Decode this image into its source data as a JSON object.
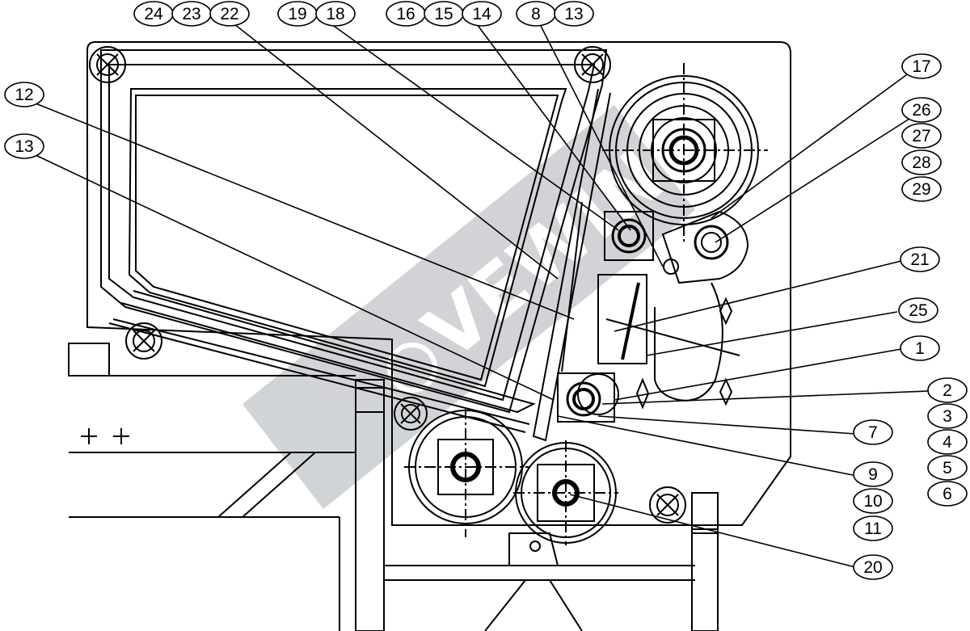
{
  "callouts": [
    {
      "id": "c24",
      "label": "24"
    },
    {
      "id": "c23",
      "label": "23"
    },
    {
      "id": "c22",
      "label": "22"
    },
    {
      "id": "c19",
      "label": "19"
    },
    {
      "id": "c18",
      "label": "18"
    },
    {
      "id": "c16",
      "label": "16"
    },
    {
      "id": "c15",
      "label": "15"
    },
    {
      "id": "c14",
      "label": "14"
    },
    {
      "id": "c8",
      "label": "8"
    },
    {
      "id": "c13top",
      "label": "13"
    },
    {
      "id": "c12",
      "label": "12"
    },
    {
      "id": "c13left",
      "label": "13"
    },
    {
      "id": "c17",
      "label": "17"
    },
    {
      "id": "c26",
      "label": "26"
    },
    {
      "id": "c27",
      "label": "27"
    },
    {
      "id": "c28",
      "label": "28"
    },
    {
      "id": "c29",
      "label": "29"
    },
    {
      "id": "c21",
      "label": "21"
    },
    {
      "id": "c25",
      "label": "25"
    },
    {
      "id": "c1",
      "label": "1"
    },
    {
      "id": "c2",
      "label": "2"
    },
    {
      "id": "c3",
      "label": "3"
    },
    {
      "id": "c4",
      "label": "4"
    },
    {
      "id": "c5",
      "label": "5"
    },
    {
      "id": "c6",
      "label": "6"
    },
    {
      "id": "c7",
      "label": "7"
    },
    {
      "id": "c9",
      "label": "9"
    },
    {
      "id": "c10",
      "label": "10"
    },
    {
      "id": "c11",
      "label": "11"
    },
    {
      "id": "c20",
      "label": "20"
    }
  ],
  "watermark": {
    "text": "VEWIN",
    "color": "#9aa0a6"
  }
}
